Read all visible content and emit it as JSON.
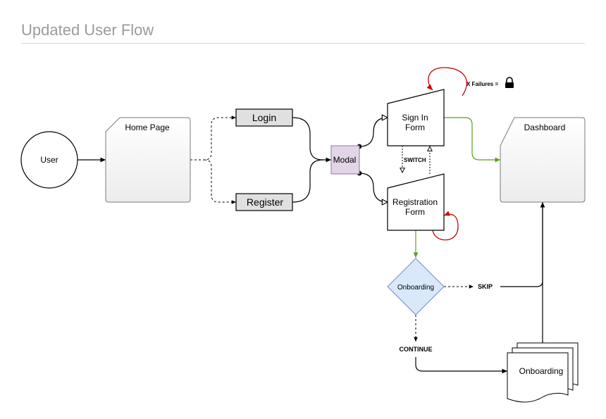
{
  "page": {
    "title": "Updated User Flow"
  },
  "nodes": {
    "user": "User",
    "home_page": "Home Page",
    "login": "Login",
    "register": "Register",
    "modal": "Modal",
    "sign_in_form": [
      "Sign In",
      "Form"
    ],
    "registration_form": [
      "Registration",
      "Form"
    ],
    "dashboard": "Dashboard",
    "onboarding_decision": "Onboarding",
    "onboarding_pages": "Onboarding"
  },
  "labels": {
    "failures": "X Failures =",
    "switch": "SWITCH",
    "skip": "SKIP",
    "continue": "CONTINUE"
  },
  "icons": {
    "failures_icon": "lock-icon"
  },
  "colors": {
    "success_edge": "#5a9e1c",
    "retry_loop": "#cc0000",
    "modal_fill": "#e1d5e7",
    "decision_fill": "#dae8fc",
    "button_fill": "#e0e0e0"
  }
}
